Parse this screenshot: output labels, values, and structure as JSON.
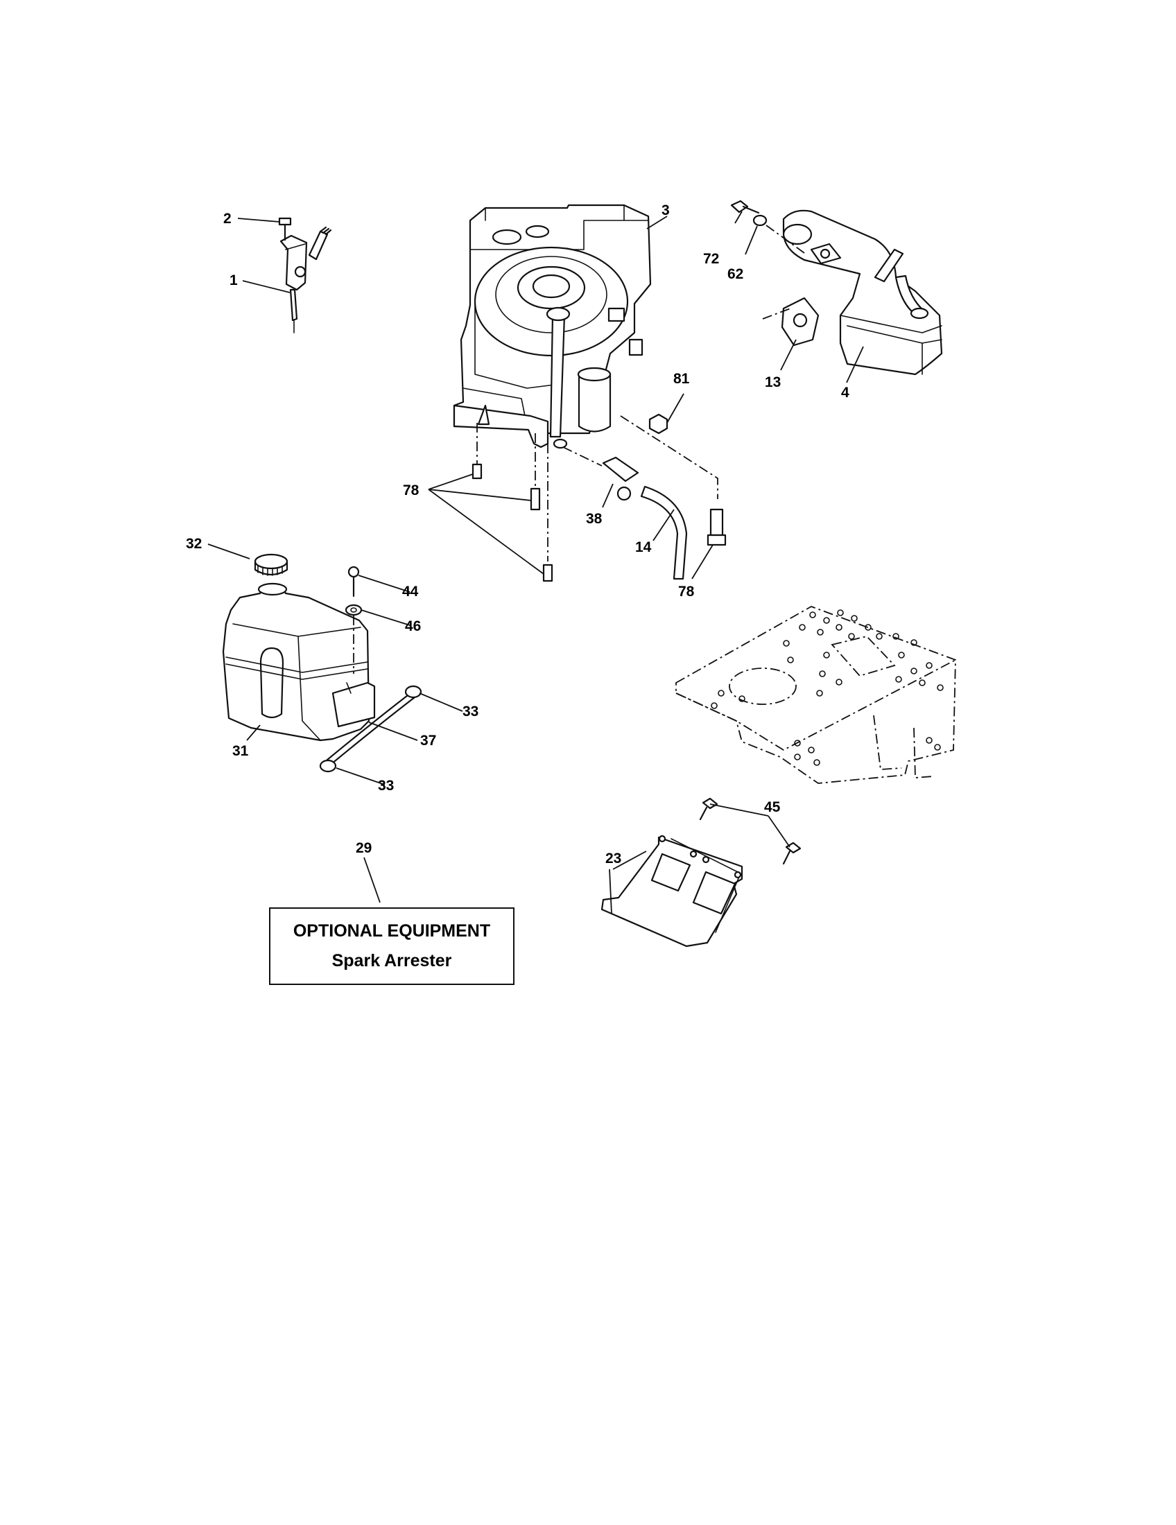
{
  "callouts": {
    "c1": "1",
    "c2": "2",
    "c3": "3",
    "c4": "4",
    "c13": "13",
    "c14": "14",
    "c23": "23",
    "c29": "29",
    "c31": "31",
    "c32": "32",
    "c33a": "33",
    "c33b": "33",
    "c37": "37",
    "c38": "38",
    "c44": "44",
    "c45": "45",
    "c46": "46",
    "c62": "62",
    "c72": "72",
    "c78a": "78",
    "c78b": "78",
    "c81": "81"
  },
  "optional_equipment": {
    "heading": "OPTIONAL EQUIPMENT",
    "item": "Spark Arrester"
  }
}
